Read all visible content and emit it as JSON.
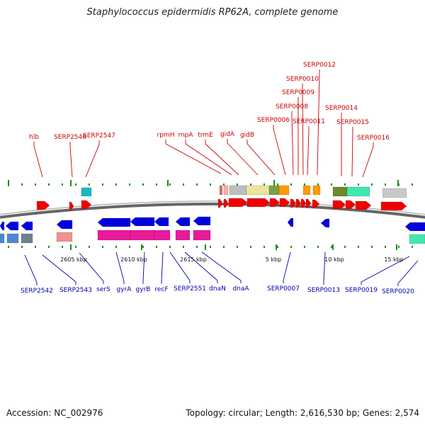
{
  "title": "Staphylococcus epidermidis RP62A, complete genome",
  "footer": {
    "accession": "Accession: NC_002976",
    "topology": "Topology: circular; Length: 2,616,530 bp; Genes: 2,574"
  },
  "colors": {
    "forward_gene": "#ee0000",
    "reverse_gene": "#0000dd",
    "forward_label": "#cc0000",
    "reverse_label": "#0000aa",
    "tick": "#1e8a1e",
    "backbone": "#777777"
  },
  "top_labels": [
    "hlb",
    "SERP2546",
    "SERP2547",
    "rpmH",
    "rnpA",
    "trmE",
    "gidA",
    "gidB",
    "SERP0006",
    "SERP0008",
    "SERP0009",
    "SERP0010",
    "SERP0011",
    "SERP0012",
    "SERP0014",
    "SERP0015",
    "SERP0016"
  ],
  "bottom_labels": [
    "SERP2542",
    "SERP2543",
    "serS",
    "gyrA",
    "gyrB",
    "recF",
    "SERP2551",
    "dnaN",
    "dnaA",
    "SERP0007",
    "SERP0013",
    "SERP0019",
    "SERP0020"
  ],
  "ruler_labels": [
    "2605 kbp",
    "2610 kbp",
    "2615 kbp",
    "5 kbp",
    "10 kbp",
    "15 kbp"
  ]
}
